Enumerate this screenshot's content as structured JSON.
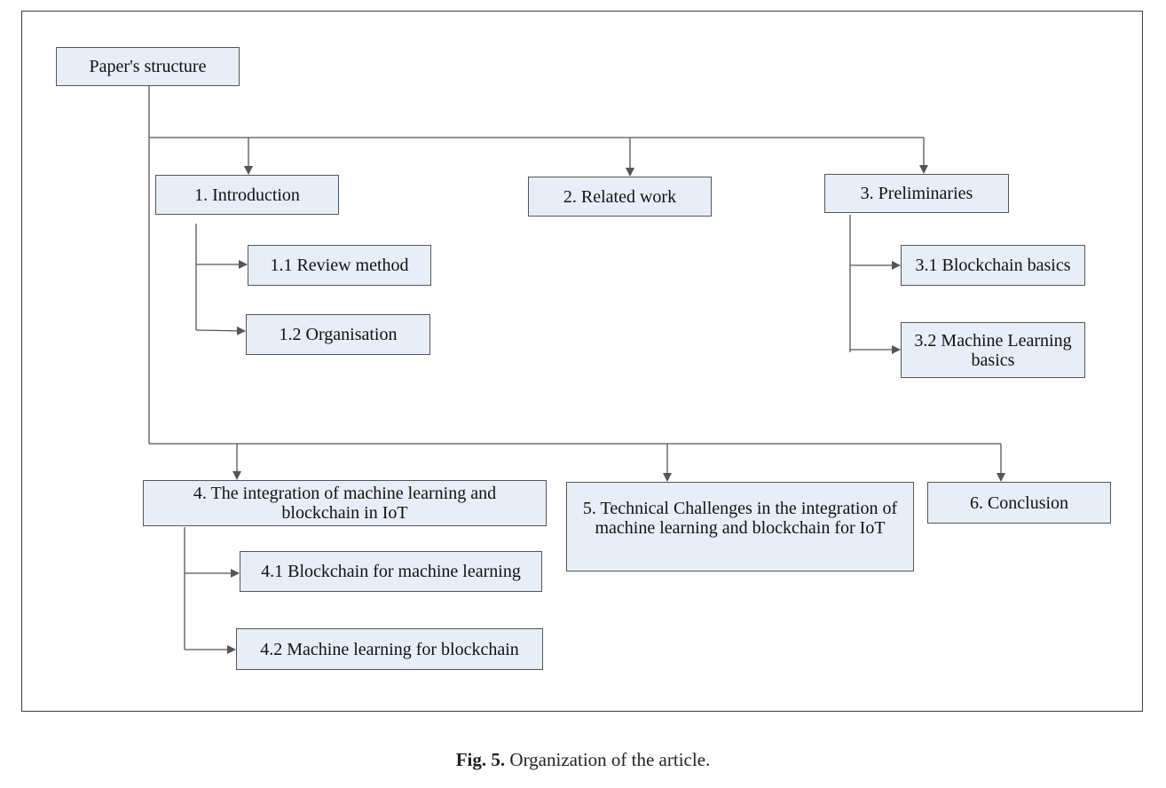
{
  "root": "Paper's structure",
  "sections": {
    "s1": "1. Introduction",
    "s1_1": "1.1 Review method",
    "s1_2": "1.2 Organisation",
    "s2": "2. Related work",
    "s3": "3. Preliminaries",
    "s3_1": "3.1 Blockchain basics",
    "s3_2": "3.2 Machine Learning basics",
    "s4": "4. The integration of machine learning and blockchain in IoT",
    "s4_1": "4.1 Blockchain for machine learning",
    "s4_2": "4.2 Machine learning for blockchain",
    "s5": "5. Technical Challenges in the integration of machine learning and blockchain for IoT",
    "s6": "6. Conclusion"
  },
  "caption": {
    "label": "Fig. 5.",
    "text": "Organization of the article."
  },
  "colors": {
    "box_fill": "#e8eef7",
    "box_border": "#555555",
    "line": "#555555"
  }
}
